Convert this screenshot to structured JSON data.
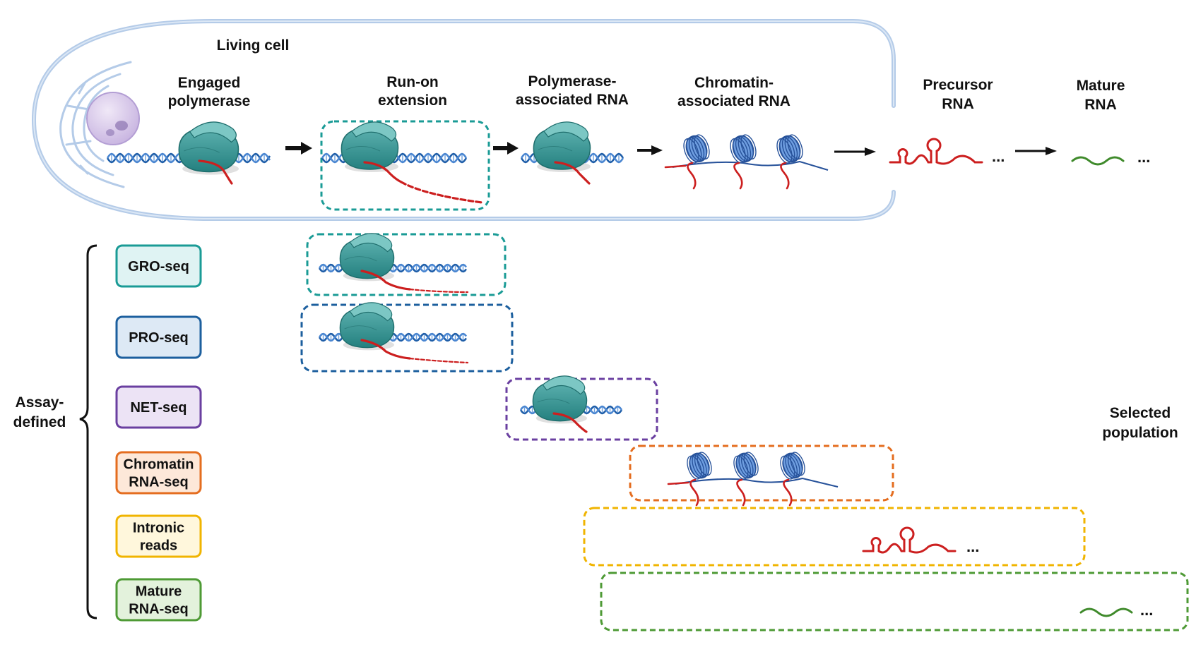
{
  "cell_title": "Living cell",
  "stages": [
    {
      "lines": [
        "Engaged",
        "polymerase"
      ]
    },
    {
      "lines": [
        "Run-on",
        "extension"
      ]
    },
    {
      "lines": [
        "Polymerase-",
        "associated RNA"
      ]
    },
    {
      "lines": [
        "Chromatin-",
        "associated RNA"
      ]
    },
    {
      "lines": [
        "Precursor",
        "RNA"
      ]
    },
    {
      "lines": [
        "Mature",
        "RNA"
      ]
    }
  ],
  "ellipsis": "...",
  "assay_group_label": [
    "Assay-",
    "defined"
  ],
  "assays": [
    {
      "lines": [
        "GRO-seq"
      ],
      "color": "#1a9b96",
      "fill": "#dff3f3"
    },
    {
      "lines": [
        "PRO-seq"
      ],
      "color": "#1c5f9e",
      "fill": "#dde9f5"
    },
    {
      "lines": [
        "NET-seq"
      ],
      "color": "#6a3fa0",
      "fill": "#ece3f5"
    },
    {
      "lines": [
        "Chromatin",
        "RNA-seq"
      ],
      "color": "#e46d1f",
      "fill": "#fde8d9"
    },
    {
      "lines": [
        "Intronic",
        "reads"
      ],
      "color": "#f0b400",
      "fill": "#fff7dc"
    },
    {
      "lines": [
        "Mature",
        "RNA-seq"
      ],
      "color": "#4e9a35",
      "fill": "#e3f2dc"
    }
  ],
  "selected_label": [
    "Selected",
    "population"
  ],
  "colors": {
    "dna": "#1f5ea8",
    "polymerase": "#2d8d8c",
    "rna_nascent": "#cc1f1f",
    "rna_mature": "#3f8a2b",
    "nucleosome": "#3d6fc2",
    "cell_outline": "#a9c2e3",
    "arrow": "#111111"
  }
}
